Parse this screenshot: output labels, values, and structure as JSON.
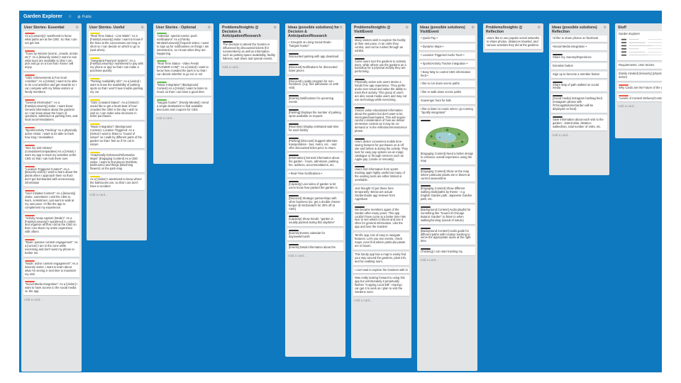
{
  "topbar": {
    "title": "Garden Explorer",
    "star_icon": "star-icon",
    "visibility": "Public"
  },
  "colors": {
    "board_bg": "#0f79bf",
    "red": "#eb5a46",
    "green": "#61bd4f",
    "yellow": "#f2d600",
    "dark": "#333333"
  },
  "add_card": "Add a card...",
  "lists": [
    {
      "title": "User Stories- Essential",
      "cards": [
        {
          "label": "red",
          "text": "As a [Leisurely] I want/need to know what paths are at the CBG. So that I can not get lost."
        },
        {
          "label": "red",
          "text": "\"Tours by interest (scenic, crowds, terrain etc)\": As a [leisurely visitor] I want to see what tours are available so that I can pick and go on a tour that I know I will enjoy."
        },
        {
          "label": "red",
          "text": "\"CBG Achievements & Fun Goal Activities\": As a [Visitor] I want to be able to do cool activities and get rewards so I can compete with my fellow visitors or family members."
        },
        {
          "label": "red",
          "text": "\"General information\": As a [Family/Leisurely] visitor, I want know General information about the gardens so I can know about the hours of operation, admission & parking fees, and local accommodations."
        },
        {
          "label": "red",
          "text": "\"Sports/Activity Tracking\" As a physically active visitor, I want to be able to track how long I ran/walked."
        },
        {
          "label": "red",
          "text": "\"See my visit History\" (cumulative/comparative) As a [Visitor] I want my app to track my activities at the CBG so that I can look them over."
        },
        {
          "label": "red",
          "text": "\"Location Triggered Content\": As a [leisurely visitor] I want to learn about the plants when I approach them so that I don't get bombarded with unnecessary information"
        },
        {
          "label": "red",
          "text": "\"User Initiated Content\": As a [leisurely] visitor, sometimes I visit the CBG to learn, sometimes I just want to walk at my own pace. I'd like the app to complement my experience."
        },
        {
          "label": "red",
          "text": "\"Activity recap capture (Mode)\": As a [Family/Leisurely] I want/need to collect and organize all that I did at the CBG so that I can share my entire experience with others"
        },
        {
          "label": "red",
          "text": "\"Mode: passive content engagement\": As a [runner] I am in the zone while exercising and don't want my phone to bother me."
        },
        {
          "label": "red",
          "text": "\"Mode: active content engagement\": As a leisurely visitor, I want to learn about what I'm seeing in real time to maximize my visit."
        },
        {
          "label": "red",
          "text": "\"Social Media Integration\": As a [Visitor] I want to have access to the social media on the app."
        }
      ]
    },
    {
      "title": "User Stories- Useful",
      "cards": [
        {
          "label": "yellow",
          "text": "\"Real Time Status - Line Waits\": As a [Family/Leisurely] visitor I want to know if the lines at the concessions are long or short so I can decide on which to go to (and when)."
        },
        {
          "label": "yellow",
          "text": "\"Integrated Payment System\": As a [Family/Leisurely] I want/need to pay with my phone or app so that I can make a purchase quickly"
        },
        {
          "label": "yellow",
          "text": "\"Parking Availability Info\": As a [visitor] I want to know the availability of parking spots so that I won't have trouble parking my car."
        },
        {
          "label": "yellow",
          "text": "\"CBG Crowded Status\": As a [Visitor] I would like to get a heart-beat of how crowded the CBG is the day I wish to visit so I can make wise decisions in ticket purchases."
        },
        {
          "label": "yellow",
          "text": "\"Music Integration\" (Background Content)- Location Triggered: As a [visitor] I want to listen to \"sound of nature\" as I walk by different parts of the garden so that I feel as if I'm out in nature"
        },
        {
          "label": "yellow",
          "text": "\"Graphically Enhanced/Informative Maps\" (Engaging Content) As a CBG visitor, I want to find places (Exhibits, bathrooms) and things (Blooming flowers) on the park map."
        },
        {
          "label": "yellow",
          "text": "As a [Visitor] I want/need to know where the bathrooms are, so that I can don't have a accident"
        }
      ]
    },
    {
      "title": "User Stories - Optional",
      "cards": [
        {
          "label": "green",
          "text": "\"calendar- special events: push notifications\" As a [Family Minded/Leisurely] frequent visitor, I want to sign up for notifications on things I am interested in, so I know when they are happening."
        },
        {
          "label": "green",
          "text": "\"Real Time Status - Video Feeds (FLOWER CAM)\": As a [visitor] I want to know how crowded the park is so that I can decide whether to go run or not"
        },
        {
          "label": "green",
          "text": "\"Music Integration\" (Background Content) As a [Visitor] I want to listen to music so that I can have a good time."
        },
        {
          "label": "green",
          "text": "\"bargain hunter\": [Family Minded] I need a single destination to find available discounts and coupons for CBG."
        }
      ]
    },
    {
      "title": "Problems/Insights @ Decision & Anticipation/Research",
      "cards": [
        {
          "label": "dark",
          "text": "The decision to attend the Garden is influenced by discounted tickets (for nonmembers) as well as information such as parking space availability, facility fullness, wait times and special events."
        }
      ]
    },
    {
      "title": "Ideas (possible solutions) for Decision & Anticipation/Research",
      "cards": [
        {
          "label": "",
          "text": "• GroupOn & Living Social Deals - \"bargain hunter\""
        },
        {
          "label": "dark",
          "text": "Discounted parking with app download"
        },
        {
          "label": "dark",
          "text": "[Discount] Notifications for discounted ticket prices"
        },
        {
          "label": "dark",
          "text": "[Discount] Loyalty program for non-members. (e.g. free admission on 10th visit)"
        },
        {
          "label": "dark",
          "text": "[Events] Notifications for upcoming events"
        },
        {
          "label": "dark",
          "text": "[Parking] Displays the number of parking spots available on request"
        },
        {
          "label": "dark",
          "text": "[Real time] Display estimated wait-time for each facility"
        },
        {
          "label": "dark",
          "text": "[Parking] [Discount] Suggest alternate transportation - bus, metro, etc. - and offer discounted ticket price in return"
        },
        {
          "label": "dark",
          "text": "[Information] General information about the garden - hours, admission, parking fee, address, accommodations, etc."
        },
        {
          "label": "",
          "text": "• Real-Time Notifications •"
        },
        {
          "label": "dark",
          "text": "[Capacity] Live-video of garden to let users know how packed the garden is."
        },
        {
          "label": "dark",
          "text": "[Discount] Strategic partnerships with other business (ex: get a double cheese burger @ McDonald's for 30% off at CBG)"
        },
        {
          "label": "dark",
          "text": "[Capacity] Show trends: \"garden is usually packed during this day/time\""
        },
        {
          "label": "dark",
          "text": "[Events] Events calendar for day/week/month"
        },
        {
          "label": "dark",
          "text": "[Events] Detail information about the"
        }
      ]
    },
    {
      "title": "Problems/Insights @ Visit/Event",
      "cards": [
        {
          "label": "dark",
          "text": "Many visitors wish to explore the facility at their own pace, in an order they control, and not be rushed through an exhibit."
        },
        {
          "label": "dark",
          "text": "Some users tour the gardens to actively learn, while others use the gardens as a backdrop for a physical activity they are performing."
        },
        {
          "label": "dark",
          "text": "Physically active solo users desire a hands free app experience. They prefer audio over visual and value the ability to track their activity. This group of users are also social media users and may not use technology while exercising."
        },
        {
          "label": "dark",
          "text": "Visitors value educational information about the garden but don't want to be interrupted/overloaded. This will require careful consideration of how we deliver immersive content as it may be on-demand or in the reflection/reminiscence phase."
        },
        {
          "label": "dark",
          "text": "Users desire convenient mobile time-saving features for purchases on & off site and before & during the activity. They look for easy pay options via an inapp catalogue or through services such as Apple pay. (onsite or remotely)"
        },
        {
          "label": "dark",
          "text": "Users find information from sports tracking apps highly useful but many of the existing tools are either limited or unreliable."
        },
        {
          "label": "",
          "text": "Just thought I'd put these here temporarily: Below are actual GardenGuide app reviews from AppShare"
        },
        {
          "label": "dark",
          "text": "We became members again of the Garden after many years. This app couldn't have come at a better time! We love to see what's in bloom and use it often for general information. Like the app and love the Garden!"
        },
        {
          "label": "",
          "text": "Terrific app, lots of easy to navigate features. Let's you see events, check maps, even find where particular plants are in bloom."
        },
        {
          "label": "",
          "text": "This handy app has a map to easily find your way around the gardens, plant info, and fun walking tours."
        },
        {
          "label": "",
          "text": "I can't wait to explore the Gardens with it!"
        },
        {
          "label": "",
          "text": "Was really looking forward to using this app but unfortunately it perpetually flashes \"Copying Local DB\". Hoping I can get it to work as I plan to visit the Gardens soon."
        }
      ]
    },
    {
      "title": "Ideas (possible solutions) Visit/Event",
      "cards": [
        {
          "label": "",
          "text": "• Quick Pay •"
        },
        {
          "label": "",
          "text": "• Dynamic Maps •"
        },
        {
          "label": "",
          "text": "• Location Triggered Audio Tours •"
        },
        {
          "label": "",
          "text": "• Sports/Activity Tracker integration •"
        },
        {
          "label": "",
          "text": "• Easy Way to control CBG information feed •"
        },
        {
          "label": "",
          "text": "I like to run down scenic paths"
        },
        {
          "label": "",
          "text": "I like to walk down scenic paths"
        },
        {
          "label": "",
          "text": "Scavenger hunt for kids"
        },
        {
          "label": "",
          "text": "I like to listen to music when I go running \"Spotify integration\""
        },
        {
          "label": "dark",
          "text": "[Engaging Content] Need a better design to enhance overall experience using the map",
          "image": true
        },
        {
          "label": "dark",
          "text": "[Engaging Content] Show on the map where particular plants are in bloom at current season/time"
        },
        {
          "label": "dark",
          "text": "[Engaging Content] Show different walking trails/paths by theme - e.g. English Garden path, Japanese Garden path, etc."
        },
        {
          "label": "dark",
          "text": "[Background Content] Audio playlist for something like \"Sound of Chicago Botanic Garden\" to listen to when walking/running (sound of nature)"
        },
        {
          "label": "dark",
          "text": "[Background Content] Audio guide for different paths with location tracking to serve the appropriate audio at the right time"
        },
        {
          "label": "dark",
          "text": "[Tracking] I can start tracking my"
        }
      ]
    },
    {
      "title": "Problems/Insights @ Reflection",
      "cards": [
        {
          "label": "",
          "text": "Users like to use popular social networks to share photos, distances traveled, and various activities they did at the gardens."
        }
      ]
    },
    {
      "title": "Ideas (possible solutions) Reflection",
      "cards": [
        {
          "label": "",
          "text": "I'd like to share photos on facebook"
        },
        {
          "label": "",
          "text": "•Social Media Integration •"
        },
        {
          "label": "dark",
          "text": "Share my Journey/Experience"
        },
        {
          "label": "",
          "text": "Donation button"
        },
        {
          "label": "",
          "text": "Sign up to become a member button"
        },
        {
          "label": "dark",
          "text": "Share Map of path walked on social media"
        },
        {
          "label": "dark",
          "text": "[Social media] Instagram hashtag feed (Instagram photos with #ChicagoBotanicGarden will be displayed on feed)"
        },
        {
          "label": "dark",
          "text": "Save information about each visit to the garden - visited date, distance walked/ran, total number of visits, etc."
        }
      ]
    },
    {
      "title": "Stuff",
      "cards": [
        {
          "label": "",
          "text": "Garden Explorer",
          "sketch": true
        },
        {
          "label": "",
          "text": "Requirements: User Stories"
        },
        {
          "label": "",
          "text": "(family minded) (leisurely) (physically active)"
        },
        {
          "label": "red",
          "text": "Why Cards are the Future of the Web"
        },
        {
          "label": "red",
          "text": "\"Levels of Content Delivery/Control\""
        }
      ]
    }
  ]
}
